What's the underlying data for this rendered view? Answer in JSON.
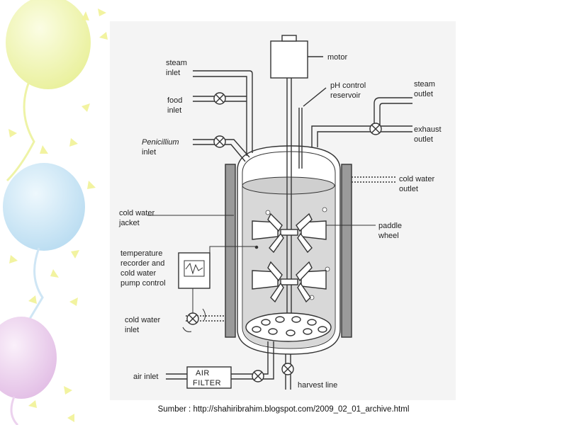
{
  "labels": {
    "motor": "motor",
    "ph_control_1": "pH control",
    "ph_control_2": "reservoir",
    "steam_inlet_1": "steam",
    "steam_inlet_2": "inlet",
    "food_inlet_1": "food",
    "food_inlet_2": "inlet",
    "penicillium_1": "Penicillium",
    "penicillium_2": "inlet",
    "steam_outlet_1": "steam",
    "steam_outlet_2": "outlet",
    "exhaust_outlet_1": "exhaust",
    "exhaust_outlet_2": "outlet",
    "cold_water_outlet_1": "cold water",
    "cold_water_outlet_2": "outlet",
    "cold_water_jacket_1": "cold water",
    "cold_water_jacket_2": "jacket",
    "paddle_wheel_1": "paddle",
    "paddle_wheel_2": "wheel",
    "temp_recorder_1": "temperature",
    "temp_recorder_2": "recorder and",
    "temp_recorder_3": "cold water",
    "temp_recorder_4": "pump control",
    "cold_water_inlet_1": "cold water",
    "cold_water_inlet_2": "inlet",
    "air_inlet": "air inlet",
    "air_filter_1": "AIR",
    "air_filter_2": "FILTER",
    "harvest_line": "harvest line"
  },
  "source": "Sumber : http://shahiribrahim.blogspot.com/2009_02_01_archive.html",
  "colors": {
    "balloon_yellow": "#eef3a6",
    "balloon_blue": "#bfe0f3",
    "balloon_pink": "#e8c6ea",
    "diagram_bg": "#f4f4f4",
    "line": "#333333"
  }
}
